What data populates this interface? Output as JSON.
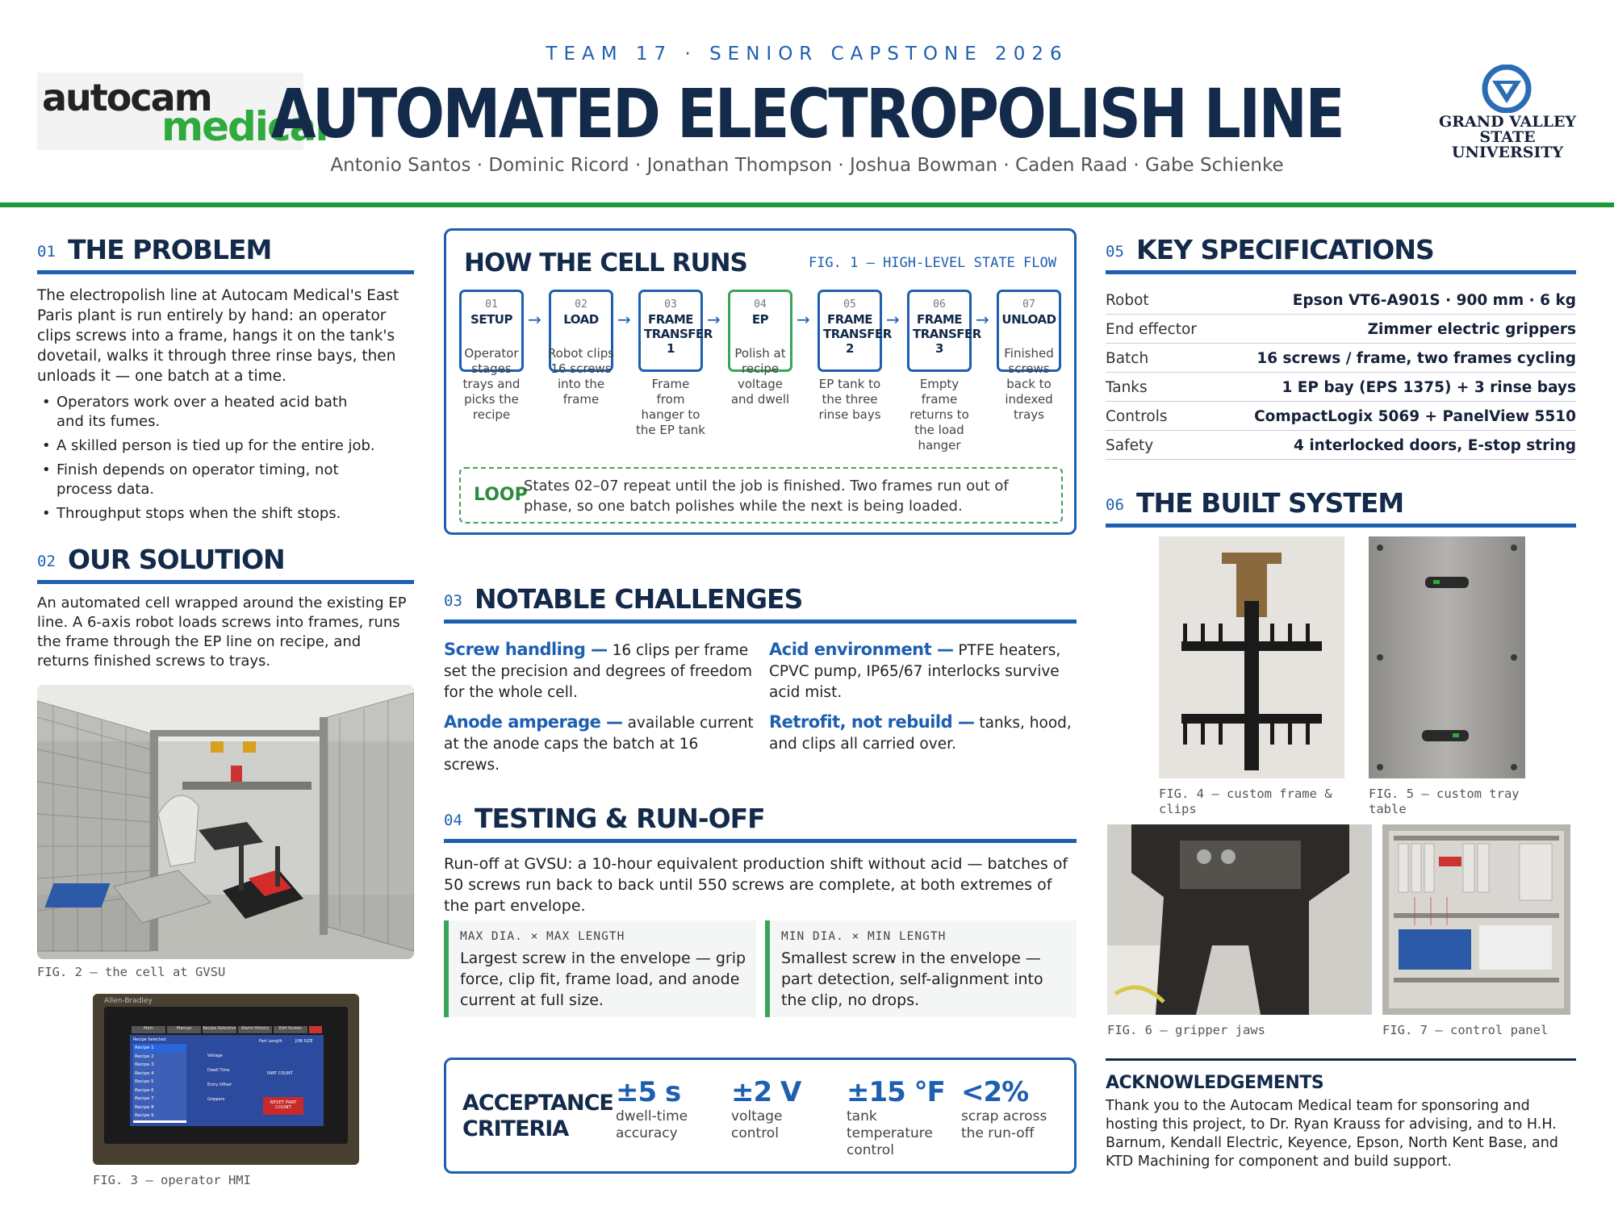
{
  "header": {
    "kicker": "TEAM 17 · SENIOR CAPSTONE 2026",
    "title": "AUTOMATED ELECTROPOLISH LINE",
    "authors": "Antonio Santos · Dominic Ricord · Jonathan Thompson · Joshua Bowman · Caden Raad · Gabe Schienke",
    "sponsor_logo": {
      "part1": "autocam",
      "part2": "medical"
    },
    "university_logo": {
      "line1": "GRAND VALLEY",
      "line2": "STATE UNIVERSITY"
    }
  },
  "problem": {
    "num": "01",
    "title": "THE PROBLEM",
    "text": "The electropolish line at Autocam Medical's East Paris plant is run entirely by hand: an operator clips screws into a frame, hangs it on the tank's dovetail, walks it through three rinse bays, then unloads it — one batch at a time.",
    "bullets": [
      "Operators work over a heated acid bath and its fumes.",
      "A skilled person is tied up for the entire job.",
      "Finish depends on operator timing, not process data.",
      "Throughput stops when the shift stops."
    ]
  },
  "solution": {
    "num": "02",
    "title": "OUR SOLUTION",
    "text": "An automated cell wrapped around the existing EP line. A 6-axis robot loads screws into frames, runs the frame through the EP line on recipe, and returns finished screws to trays.",
    "fig2": "FIG. 2 — the cell at GVSU",
    "fig3": "FIG. 3 — operator HMI",
    "hmi_tabs": [
      "Main",
      "Manual",
      "Recipe Selection",
      "Alarm History",
      "Edit Screen"
    ],
    "hmi_recipe_label": "Recipe Selected:",
    "hmi_recipes": [
      "Recipe 1",
      "Recipe 2",
      "Recipe 3",
      "Recipe 4",
      "Recipe 5",
      "Recipe 6",
      "Recipe 7",
      "Recipe 8",
      "Recipe 9"
    ],
    "hmi_fields": [
      "Voltage",
      "Dwell Time",
      "Entry Offset",
      "Grippers"
    ],
    "hmi_right": [
      "Part Length",
      "JOB SIZE",
      "PART COUNT"
    ],
    "hmi_reset": "RESET PART COUNT",
    "hmi_brand": "Allen-Bradley"
  },
  "flow": {
    "title": "HOW THE CELL RUNS",
    "fig": "FIG. 1 — HIGH-LEVEL STATE FLOW",
    "states": [
      {
        "num": "01",
        "label": "SETUP",
        "desc": "Operator stages trays and picks the recipe"
      },
      {
        "num": "02",
        "label": "LOAD",
        "desc": "Robot clips 16 screws into the frame"
      },
      {
        "num": "03",
        "label": "FRAME TRANSFER 1",
        "desc": "Frame from hanger to the EP tank"
      },
      {
        "num": "04",
        "label": "EP",
        "desc": "Polish at recipe voltage and dwell"
      },
      {
        "num": "05",
        "label": "FRAME TRANSFER 2",
        "desc": "EP tank to the three rinse bays"
      },
      {
        "num": "06",
        "label": "FRAME TRANSFER 3",
        "desc": "Empty frame returns to the load hanger"
      },
      {
        "num": "07",
        "label": "UNLOAD",
        "desc": "Finished screws back to indexed trays"
      }
    ],
    "loop_label": "LOOP",
    "loop_text": "States 02–07 repeat until the job is finished. Two frames run out of phase, so one batch polishes while the next is being loaded."
  },
  "challenges": {
    "num": "03",
    "title": "NOTABLE CHALLENGES",
    "items": [
      {
        "head": "Screw handling —",
        "text": "16 clips per frame set the precision and degrees of freedom for the whole cell."
      },
      {
        "head": "Acid environment —",
        "text": "PTFE heaters, CPVC pump, IP65/67 interlocks survive acid mist."
      },
      {
        "head": "Anode amperage —",
        "text": "available current at the anode caps the batch at 16 screws."
      },
      {
        "head": "Retrofit, not rebuild —",
        "text": "tanks, hood, and clips all carried over."
      }
    ]
  },
  "testing": {
    "num": "04",
    "title": "TESTING & RUN-OFF",
    "text": "Run-off at GVSU: a 10-hour equivalent production shift without acid — batches of 50 screws run back to back until 550 screws are complete, at both extremes of the part envelope.",
    "cards": [
      {
        "head": "MAX DIA. × MAX LENGTH",
        "text": "Largest screw in the envelope — grip force, clip fit, frame load, and anode current at full size."
      },
      {
        "head": "MIN DIA. × MIN LENGTH",
        "text": "Smallest screw in the envelope — part detection, self-alignment into the clip, no drops."
      }
    ]
  },
  "acceptance": {
    "title_line1": "ACCEPTANCE",
    "title_line2": "CRITERIA",
    "items": [
      {
        "value": "±5 s",
        "desc": "dwell-time accuracy"
      },
      {
        "value": "±2 V",
        "desc": "voltage control"
      },
      {
        "value": "±15 °F",
        "desc": "tank temperature control"
      },
      {
        "value": "<2%",
        "desc": "scrap across the run-off"
      }
    ]
  },
  "specs": {
    "num": "05",
    "title": "KEY SPECIFICATIONS",
    "rows": [
      {
        "key": "Robot",
        "value": "Epson VT6-A901S · 900 mm · 6 kg"
      },
      {
        "key": "End effector",
        "value": "Zimmer electric grippers"
      },
      {
        "key": "Batch",
        "value": "16 screws / frame, two frames cycling"
      },
      {
        "key": "Tanks",
        "value": "1 EP bay (EPS 1375) + 3 rinse bays"
      },
      {
        "key": "Controls",
        "value": "CompactLogix 5069 + PanelView 5510"
      },
      {
        "key": "Safety",
        "value": "4 interlocked doors, E-stop string"
      }
    ]
  },
  "built": {
    "num": "06",
    "title": "THE BUILT SYSTEM",
    "fig4": "FIG. 4 — custom frame & clips",
    "fig5": "FIG. 5 — custom tray table",
    "fig6": "FIG. 6 — gripper jaws",
    "fig7": "FIG. 7 — control panel"
  },
  "ack": {
    "title": "ACKNOWLEDGEMENTS",
    "text": "Thank you to the Autocam Medical team for sponsoring and hosting this project, to Dr. Ryan Krauss for advising, and to H.H. Barnum, Kendall Electric, Keyence, Epson, North Kent Base, and KTD Machining for component and build support."
  },
  "colors": {
    "navy": "#132a4a",
    "blue": "#1d5fb0",
    "green": "#1f9a3a"
  }
}
